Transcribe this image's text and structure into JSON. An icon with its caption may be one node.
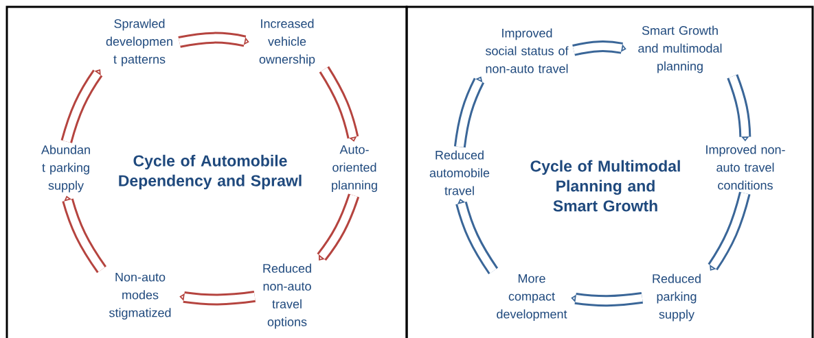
{
  "diagram": {
    "nodes": [
      {
        "text": [
          "Cycle of Automobile Dependency and Sprawl"
        ]
      },
      {
        "text": [
          "Sprawled developmen t patterns"
        ],
        "in": 0
      },
      {
        "text": [
          "Increased vehicle ownership"
        ],
        "in": 0
      },
      {
        "text": [
          "Abundan t parking supply"
        ],
        "in": 0
      },
      {
        "text": [
          "Auto- oriented planning"
        ],
        "in": 0
      },
      {
        "text": [
          "Non-auto modes stigmatized"
        ],
        "in": 0
      },
      {
        "text": [
          "Reduced non-auto travel options"
        ],
        "in": 0
      },
      {
        "text": [
          "Cycle of Multimodal Planning and Smart Growth"
        ]
      },
      {
        "text": [
          "Improved social status of non-auto travel"
        ],
        "in": 7
      },
      {
        "text": [
          "Smart Growth and multimodal planning"
        ],
        "in": 7
      },
      {
        "text": [
          "Reduced automobile travel"
        ],
        "in": 7
      },
      {
        "text": [
          "Improved non- auto travel conditions"
        ],
        "in": 7
      },
      {
        "text": [
          "More compact development"
        ],
        "in": 7
      },
      {
        "text": [
          "Reduced parking supply"
        ],
        "in": 7
      }
    ],
    "edges": [
      {
        "from": 1,
        "to": 2,
        "arrow": "to",
        "color": "#b5443f"
      },
      {
        "from": 2,
        "to": 4,
        "arrow": "to",
        "color": "#b5443f"
      },
      {
        "from": 4,
        "to": 6,
        "arrow": "to",
        "color": "#b5443f"
      },
      {
        "from": 6,
        "to": 5,
        "arrow": "to",
        "color": "#b5443f"
      },
      {
        "from": 5,
        "to": 3,
        "arrow": "to",
        "color": "#b5443f"
      },
      {
        "from": 3,
        "to": 1,
        "arrow": "to",
        "color": "#b5443f"
      },
      {
        "from": 8,
        "to": 9,
        "arrow": "to",
        "color": "#3a6698"
      },
      {
        "from": 9,
        "to": 11,
        "arrow": "to",
        "color": "#3a6698"
      },
      {
        "from": 11,
        "to": 13,
        "arrow": "to",
        "color": "#3a6698"
      },
      {
        "from": 13,
        "to": 12,
        "arrow": "to",
        "color": "#3a6698"
      },
      {
        "from": 12,
        "to": 10,
        "arrow": "to",
        "color": "#3a6698"
      },
      {
        "from": 10,
        "to": 8,
        "arrow": "to",
        "color": "#3a6698"
      }
    ]
  }
}
